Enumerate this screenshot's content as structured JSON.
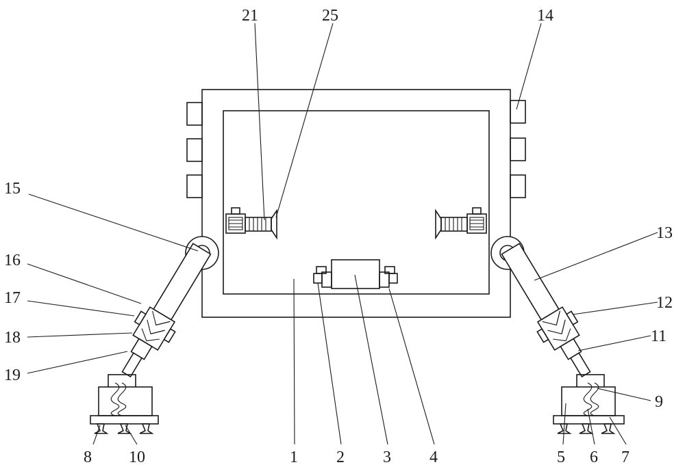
{
  "labels": [
    "1",
    "2",
    "3",
    "4",
    "5",
    "6",
    "7",
    "8",
    "9",
    "10",
    "11",
    "12",
    "13",
    "14",
    "15",
    "16",
    "17",
    "18",
    "19",
    "21",
    "25"
  ],
  "colors": {
    "stroke": "#1a1a1a",
    "background": "#ffffff"
  }
}
